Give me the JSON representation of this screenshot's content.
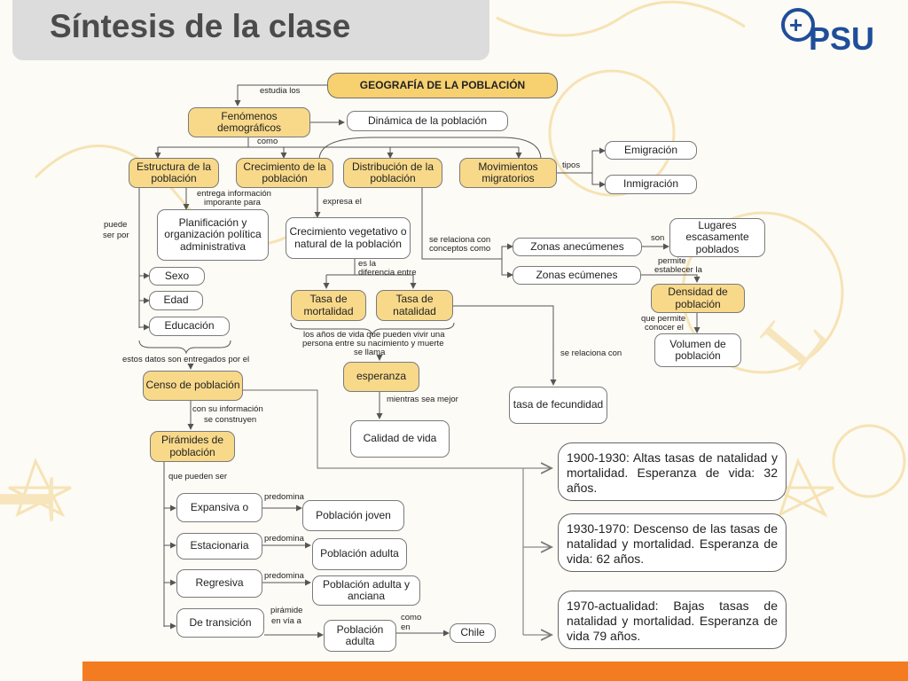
{
  "header": {
    "title": "Síntesis de la clase"
  },
  "logo": {
    "plus": "+",
    "text": "PSU"
  },
  "colors": {
    "node_fill": "#f8d98a",
    "main_fill": "#f7d070",
    "accent_bar": "#f47c20",
    "title_bg": "#dcdcdc",
    "logo_blue": "#1f4e9a"
  },
  "nodes": {
    "geografia": "GEOGRAFÍA DE LA POBLACIÓN",
    "fenomenos": "Fenómenos demográficos",
    "dinamica": "Dinámica de la población",
    "estructura": "Estructura de la población",
    "crecimiento": "Crecimiento de la población",
    "distribucion": "Distribución de la población",
    "movimientos": "Movimientos migratorios",
    "emigracion": "Emigración",
    "inmigracion": "Inmigración",
    "planificacion": "Planificación y organización política administrativa",
    "crec_vegetativo": "Crecimiento vegetativo o natural de la población",
    "zonas_anecumenes": "Zonas anecúmenes",
    "zonas_ecumenes": "Zonas ecúmenes",
    "lugares": "Lugares escasamente poblados",
    "densidad": "Densidad de población",
    "volumen": "Volumen de población",
    "sexo": "Sexo",
    "edad": "Edad",
    "educacion": "Educación",
    "tasa_mortalidad": "Tasa de mortalidad",
    "tasa_natalidad": "Tasa de natalidad",
    "esperanza": "esperanza",
    "calidad_vida": "Calidad de vida",
    "tasa_fecundidad": "tasa de fecundidad",
    "censo": "Censo de población",
    "piramides": "Pirámides de población",
    "expansiva": "Expansiva o",
    "estacionaria": "Estacionaria",
    "regresiva": "Regresiva",
    "transicion": "De transición",
    "poblacion_joven": "Población joven",
    "poblacion_adulta": "Población adulta",
    "poblacion_adulta_anciana": "Población adulta y anciana",
    "poblacion_adulta2": "Población adulta",
    "chile": "Chile"
  },
  "labels": {
    "estudia_los": "estudia los",
    "como": "como",
    "tipos": "tipos",
    "entrega_info_1": "entrega información",
    "entrega_info_2": "imporante para",
    "expresa_el": "expresa el",
    "puede_ser_por_1": "puede",
    "puede_ser_por_2": "ser por",
    "se_relaciona_conceptos_1": "se relaciona con",
    "se_relaciona_conceptos_2": "conceptos como",
    "son": "son",
    "permite_establecer_1": "permite",
    "permite_establecer_2": "establecer la",
    "es_la_diferencia_1": "es la",
    "es_la_diferencia_2": "diferencia entre",
    "que_permite_1": "que permite",
    "que_permite_2": "conocer el",
    "anios_vida_1": "los años de vida que pueden vivir una",
    "anios_vida_2": "persona entre su nacimiento y muerte",
    "anios_vida_3": "se llama",
    "se_relaciona_con": "se relaciona con",
    "estos_datos": "estos datos son entregados por el",
    "mientras_sea_mejor": "mientras sea mejor",
    "con_su_info_1": "con su información",
    "con_su_info_2": "se construyen",
    "que_pueden_ser": "que pueden ser",
    "predomina_1": "predomina",
    "predomina_2": "predomina",
    "predomina_3": "predomina",
    "piramide_via_1": "pirámide",
    "piramide_via_2": "en vía a",
    "como_en_1": "como",
    "como_en_2": "en"
  },
  "notes": {
    "periodo1": "1900-1930: Altas tasas de natalidad y mortalidad. Esperanza de vida: 32 años.",
    "periodo2": "1930-1970: Descenso de las tasas de natalidad y mortalidad. Esperanza de vida: 62 años.",
    "periodo3": "1970-actualidad: Bajas tasas de natalidad y mortalidad. Esperanza de vida 79 años."
  }
}
